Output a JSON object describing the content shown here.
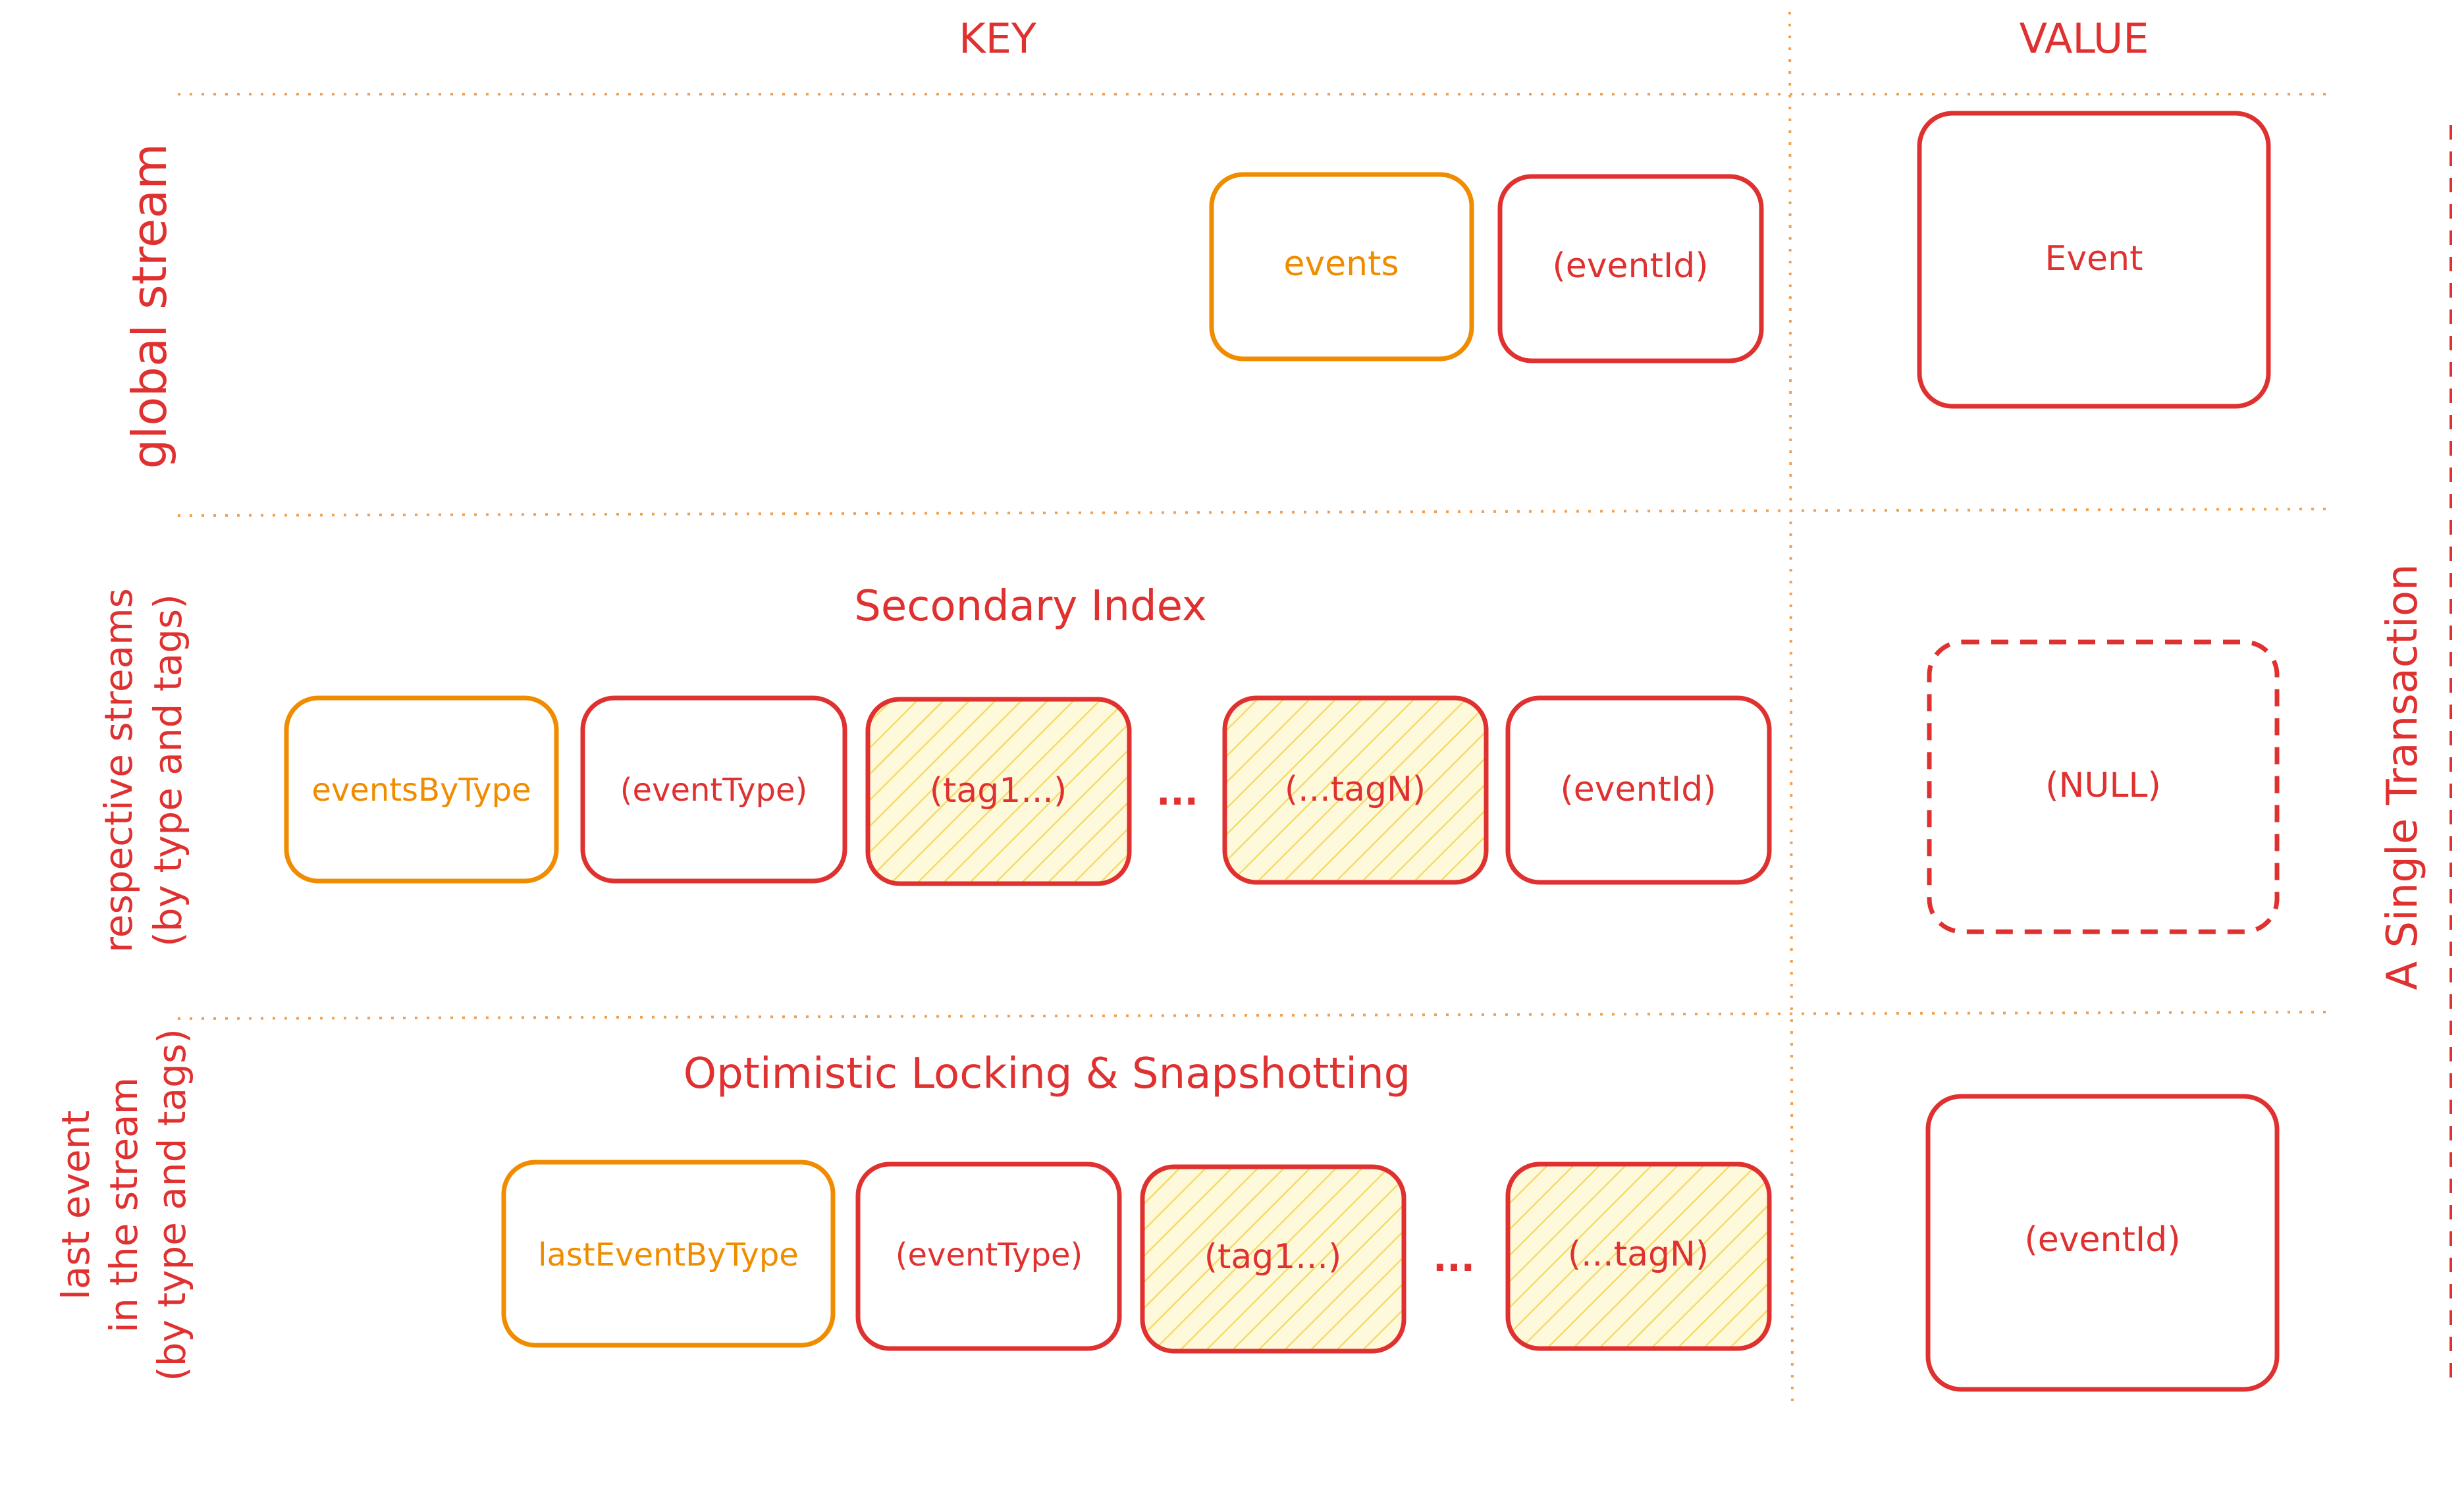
{
  "colors": {
    "red": "#e03131",
    "orange": "#f08c00",
    "divider": "#f0a050",
    "hatch_fill": "#fff9db",
    "hatch_line": "#f2dc6b"
  },
  "headers": {
    "key": "KEY",
    "value": "VALUE"
  },
  "rows": {
    "global_stream": {
      "label_lines": [
        "global stream"
      ],
      "key_boxes": [
        {
          "text": "events",
          "style": "orange"
        },
        {
          "text": "(eventId)",
          "style": "red"
        }
      ],
      "value_box": {
        "text": "Event",
        "style": "red"
      }
    },
    "respective_streams": {
      "label_lines": [
        "respective streams",
        "(by type and tags)"
      ],
      "section_title": "Secondary Index",
      "key_boxes": [
        {
          "text": "eventsByType",
          "style": "orange"
        },
        {
          "text": "(eventType)",
          "style": "red"
        },
        {
          "text": "(tag1...)",
          "style": "hatched"
        },
        {
          "text": "...",
          "style": "ellipsis"
        },
        {
          "text": "(...tagN)",
          "style": "hatched"
        },
        {
          "text": "(eventId)",
          "style": "red"
        }
      ],
      "value_box": {
        "text": "(NULL)",
        "style": "dashed"
      }
    },
    "last_event": {
      "label_lines": [
        "last event",
        "in the stream",
        "(by type and tags)"
      ],
      "section_title": "Optimistic Locking & Snapshotting",
      "key_boxes": [
        {
          "text": "lastEventByType",
          "style": "orange"
        },
        {
          "text": "(eventType)",
          "style": "red"
        },
        {
          "text": "(tag1...)",
          "style": "hatched"
        },
        {
          "text": "...",
          "style": "ellipsis"
        },
        {
          "text": "(...tagN)",
          "style": "hatched"
        }
      ],
      "value_box": {
        "text": "(eventId)",
        "style": "red"
      }
    }
  },
  "transaction_label": "A Single Transaction"
}
